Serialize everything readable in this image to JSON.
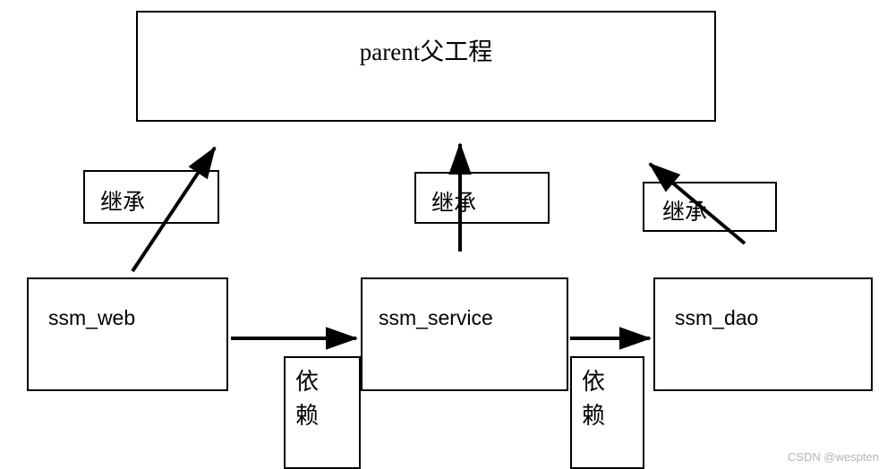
{
  "diagram": {
    "title": "Maven SSM multi-module project structure",
    "parent": {
      "label": "parent父工程"
    },
    "modules": [
      {
        "id": "ssm_web",
        "label": "ssm_web"
      },
      {
        "id": "ssm_service",
        "label": "ssm_service"
      },
      {
        "id": "ssm_dao",
        "label": "ssm_dao"
      }
    ],
    "inherit_labels": [
      {
        "label": "继承"
      },
      {
        "label": "继承"
      },
      {
        "label": "继承"
      }
    ],
    "depend_labels": [
      {
        "label": "依赖"
      },
      {
        "label": "依赖"
      }
    ],
    "connectors": [
      {
        "from": "ssm_web",
        "to": "parent",
        "kind": "继承",
        "style": "diagonal-up-right"
      },
      {
        "from": "ssm_service",
        "to": "parent",
        "kind": "继承",
        "style": "vertical-up"
      },
      {
        "from": "ssm_dao",
        "to": "parent",
        "kind": "继承",
        "style": "diagonal-up-left"
      },
      {
        "from": "ssm_web",
        "to": "ssm_service",
        "kind": "依赖",
        "style": "horizontal-right"
      },
      {
        "from": "ssm_service",
        "to": "ssm_dao",
        "kind": "依赖",
        "style": "horizontal-right"
      }
    ],
    "colors": {
      "stroke": "#000000",
      "background": "#ffffff",
      "watermark": "#b4b4b4"
    }
  },
  "watermark": {
    "text": "CSDN @wespten"
  }
}
